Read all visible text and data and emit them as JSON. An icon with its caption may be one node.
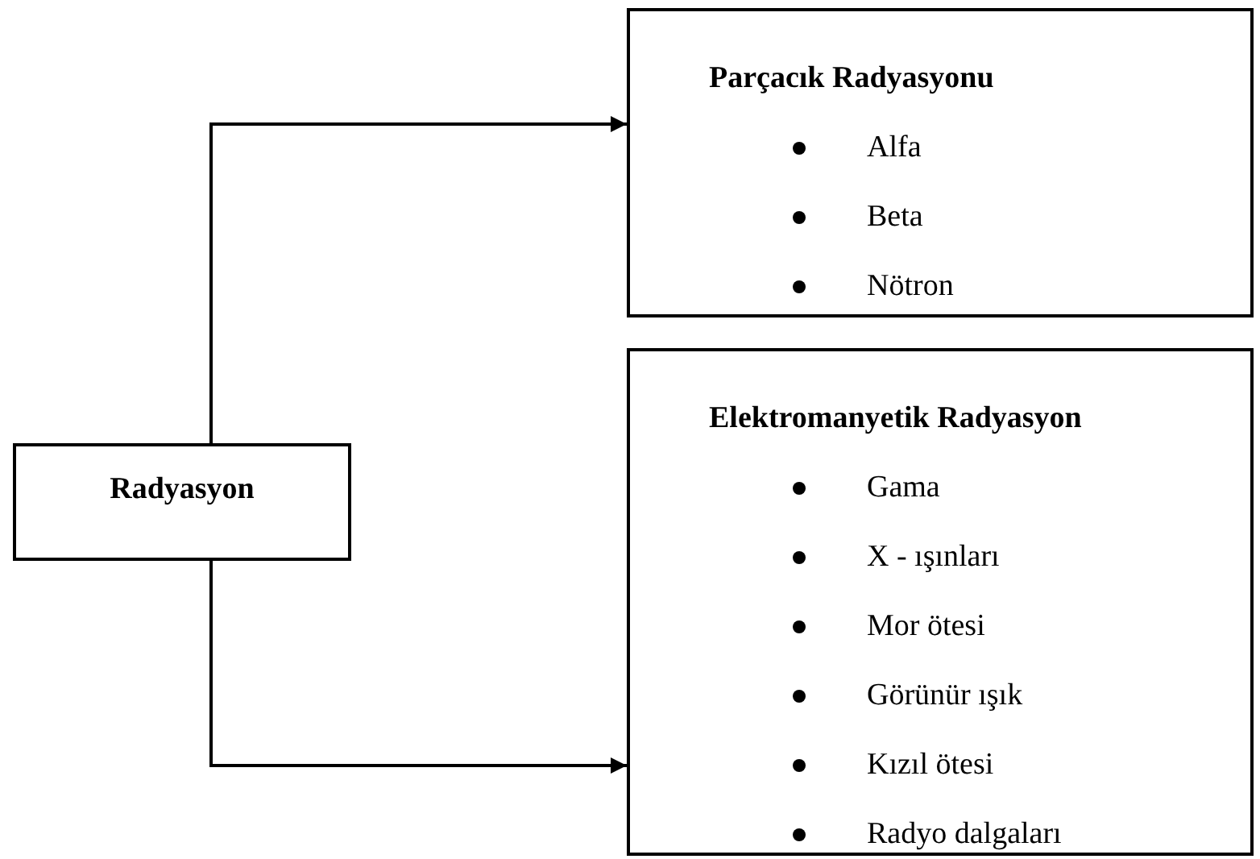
{
  "diagram": {
    "nodes": [
      {
        "text": [
          "Radyasyon"
        ]
      },
      {
        "text": [
          "Parçacık Radyasyonu",
          "Alfa",
          "Beta",
          "Nötron"
        ]
      },
      {
        "text": [
          "Elektromanyetik Radyasyon",
          "Gama",
          "X - ışınları",
          "Mor ötesi",
          "Görünür ışık",
          "Kızıl ötesi",
          "Radyo dalgaları"
        ]
      }
    ],
    "edges": [
      {
        "from": 0,
        "to": 1,
        "arrow": "to"
      },
      {
        "from": 0,
        "to": 2,
        "arrow": "to"
      }
    ]
  }
}
